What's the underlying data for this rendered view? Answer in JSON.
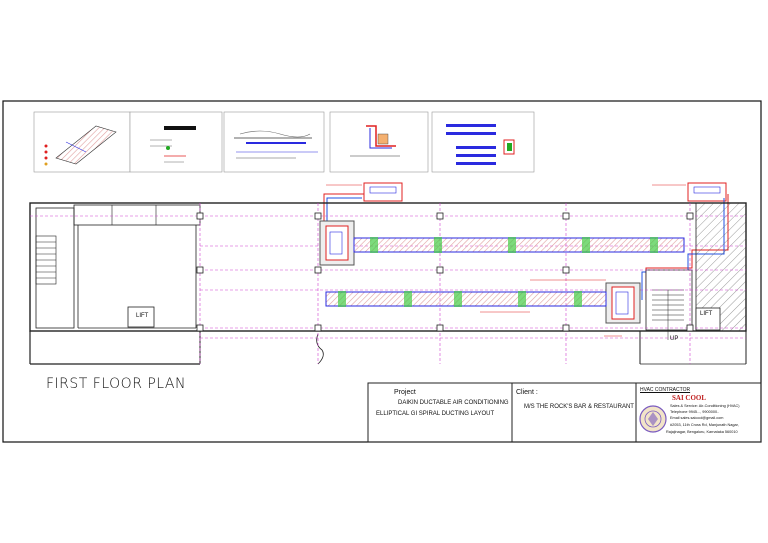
{
  "plan_title": "FIRST FLOOR PLAN",
  "rooms": {
    "lift_left": "LIFT",
    "lift_right": "LIFT",
    "stair_right_up": "UP"
  },
  "title_block": {
    "project_heading": "Project",
    "project_line1": "DAIKIN DUCTABLE AIR CONDITIONING",
    "project_line2": "ELLIPTICAL GI SPIRAL DUCTING LAYOUT",
    "client_heading": "Client :",
    "client_name": "M/S THE ROCK'S BAR & RESTAURANT",
    "contractor_heading": "HVAC CONTRACTOR",
    "contractor_name": "SAI COOL",
    "contractor_line1": "Sales & Service: Air-Conditioning (HVAC)",
    "contractor_line2": "Telephone 9945..., 9900000..",
    "contractor_line3": "Email sales.saicool@gmail.com",
    "contractor_line4": "#2053, 11th Cross Rd, Manjunath Nagar,",
    "contractor_line5": "Rajajinagar, Bengaluru, Karnataka 560010"
  },
  "colors": {
    "wall": "#222222",
    "grid": "#d040d0",
    "duct_outline": "#2a2adf",
    "duct_hatch": "#e0a0a0",
    "connector": "#44cc44",
    "pipe_red": "#e02020",
    "pipe_blue": "#2050e0"
  }
}
